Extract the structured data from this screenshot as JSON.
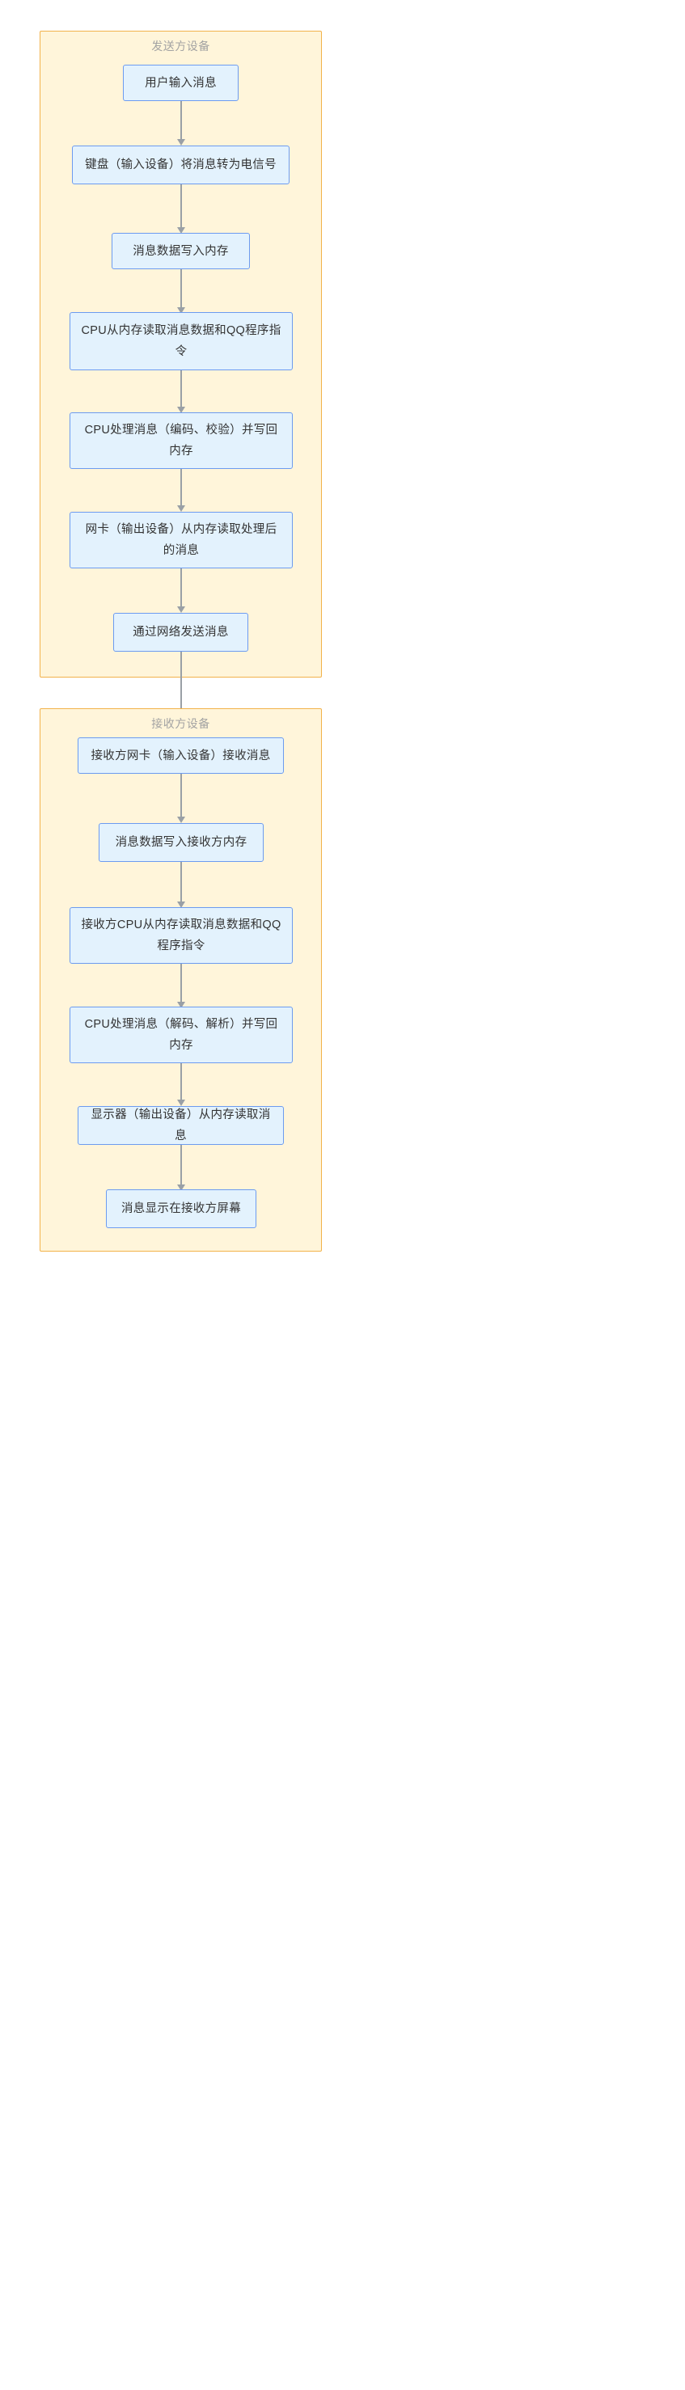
{
  "diagram": {
    "type": "flowchart",
    "direction": "top-down",
    "theme": {
      "subgraph_fill": "#fff5da",
      "subgraph_border": "#f2b24a",
      "node_fill": "#e3f2fd",
      "node_border": "#6c9bf0",
      "node_text": "#333333",
      "edge_color": "#9aa0a6",
      "subgraph_title_text": "#a3a3a3",
      "page_background": "#ffffff"
    }
  },
  "subgraphs": [
    {
      "id": "sender",
      "title": "发送方设备",
      "nodes": [
        {
          "id": "s1",
          "label": "用户输入消息"
        },
        {
          "id": "s2",
          "label": "键盘（输入设备）将消息转为电信号"
        },
        {
          "id": "s3",
          "label": "消息数据写入内存"
        },
        {
          "id": "s4",
          "label": "CPU从内存读取消息数据和QQ程序指令"
        },
        {
          "id": "s5",
          "label": "CPU处理消息（编码、校验）并写回内存"
        },
        {
          "id": "s6",
          "label": "网卡（输出设备）从内存读取处理后的消息"
        },
        {
          "id": "s7",
          "label": "通过网络发送消息"
        }
      ],
      "edges": [
        {
          "from": "s1",
          "to": "s2"
        },
        {
          "from": "s2",
          "to": "s3"
        },
        {
          "from": "s3",
          "to": "s4"
        },
        {
          "from": "s4",
          "to": "s5"
        },
        {
          "from": "s5",
          "to": "s6"
        },
        {
          "from": "s6",
          "to": "s7"
        }
      ]
    },
    {
      "id": "receiver",
      "title": "接收方设备",
      "nodes": [
        {
          "id": "r1",
          "label": "接收方网卡（输入设备）接收消息"
        },
        {
          "id": "r2",
          "label": "消息数据写入接收方内存"
        },
        {
          "id": "r3",
          "label": "接收方CPU从内存读取消息数据和QQ程序指令"
        },
        {
          "id": "r4",
          "label": "CPU处理消息（解码、解析）并写回内存"
        },
        {
          "id": "r5",
          "label": "显示器（输出设备）从内存读取消息"
        },
        {
          "id": "r6",
          "label": "消息显示在接收方屏幕"
        }
      ],
      "edges": [
        {
          "from": "r1",
          "to": "r2"
        },
        {
          "from": "r2",
          "to": "r3"
        },
        {
          "from": "r3",
          "to": "r4"
        },
        {
          "from": "r4",
          "to": "r5"
        },
        {
          "from": "r5",
          "to": "r6"
        }
      ]
    }
  ],
  "cross_edges": [
    {
      "from": "s7",
      "to": "r1"
    }
  ]
}
